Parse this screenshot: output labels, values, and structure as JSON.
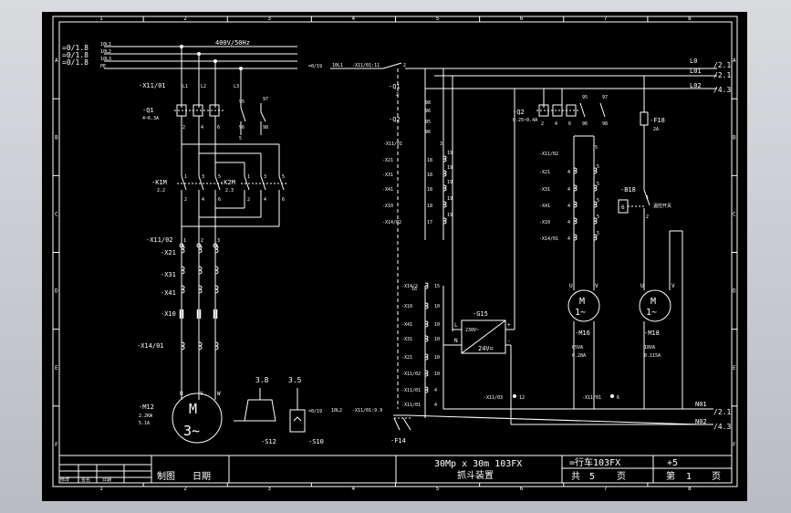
{
  "colors": {
    "background": "#000000",
    "line": "#ffffff",
    "viewport": "#c6c9cf"
  },
  "grid": {
    "columns": [
      "1",
      "2",
      "3",
      "4",
      "5",
      "6",
      "7",
      "8"
    ],
    "rows": [
      "A",
      "B",
      "C",
      "D",
      "E",
      "F"
    ]
  },
  "supply": {
    "refs": [
      "=0/1.8",
      "=0/1.8",
      "=0/1.8"
    ],
    "lines": [
      "10L1",
      "10L2",
      "10L3",
      "PE"
    ],
    "voltage": "400V/50Hz"
  },
  "left": {
    "x11_01": "-X11/01",
    "l_labels": [
      "L1",
      "L2",
      "L3"
    ],
    "q1": "-Q1",
    "q1_rating": "4~6.3A",
    "q1_aux": [
      "95",
      "97",
      "96",
      "98"
    ],
    "q1_terms": [
      "2",
      "4",
      "6"
    ],
    "q1_aux_pin": "5",
    "k1m": "-K1M",
    "k1m_ref": "2.2",
    "k2m": "-K2M",
    "k2m_ref": "2.3",
    "k_terms_top": [
      "1",
      "3",
      "5"
    ],
    "k_terms_bot": [
      "2",
      "4",
      "6"
    ],
    "x11_02": "-X11/02",
    "x_series": [
      "-X21",
      "-X31",
      "-X41",
      "-X10",
      "-X14/01"
    ],
    "term_nums": [
      "1",
      "2",
      "3"
    ],
    "motor_ref": "-M12",
    "motor_power": "2.2KW",
    "motor_current": "5.1A",
    "motor_symbol": "M",
    "motor_phase": "3~",
    "uvw": [
      "U",
      "V",
      "W"
    ],
    "s12": "-S12",
    "s12_ref": "3.8",
    "s10": "-S10",
    "s10_ref": "3.5"
  },
  "control": {
    "ref_top": "=0/19",
    "top_line": "10L1",
    "top_term": "-X11/01:11",
    "top_pin": "2",
    "ref_bottom": "=0/19",
    "bottom_line": "10L2",
    "bottom_term": "-X11/01:9.9",
    "f14": "-F14",
    "q1_label": "-Q1",
    "q1_pins": [
      "2",
      "98"
    ],
    "q2_label": "-Q2",
    "q2_pins": [
      "96",
      "95",
      "96"
    ],
    "x11_01_label": "-X11/01",
    "col_pin": "3",
    "col_terms": [
      "-X21",
      "-X31",
      "-X41",
      "-X10",
      "-X14/02"
    ],
    "col_nums_a": [
      "18",
      "18",
      "18",
      "18",
      "17"
    ],
    "col_nums_b": [
      "19",
      "19",
      "19",
      "19",
      "19"
    ],
    "lower_terms": [
      "-X14/2",
      "-X10",
      "-X41",
      "-X31",
      "-X21",
      "-X11/02",
      "-X11/01",
      "-X11/01"
    ],
    "lower_nums_a": [
      "15",
      "10",
      "10",
      "10",
      "10",
      "10",
      "4",
      "4"
    ],
    "lower_pin": "16",
    "g15": "-G15",
    "g15_in": "230V~",
    "g15_out": "24V=",
    "g15_l": "L",
    "g15_n": "N",
    "g15_plus": "+",
    "g15_minus": "-",
    "x11_03": "-X11/03",
    "x11_03_pin": "12",
    "x11_01_b": "-X11/01",
    "x11_01_b_pin": "6"
  },
  "right": {
    "l0": "L0",
    "l01": "L01",
    "l02": "L02",
    "ref_l01": "/2.1",
    "ref_l0": "/2.1",
    "ref_l02": "/4.3",
    "q2": "-Q2",
    "q2_rating": "0.25~0.4A",
    "q2_aux": [
      "95",
      "97",
      "96",
      "98"
    ],
    "q2_pins": [
      "2",
      "4",
      "6"
    ],
    "f18": "-F18",
    "f18_rating": "2A",
    "m16_terms": [
      "-X11/02",
      "-X21",
      "-X31",
      "-X41",
      "-X10",
      "-X14/01"
    ],
    "m16_nums": [
      "4",
      "4",
      "4",
      "4",
      "4"
    ],
    "m16_nums_b": [
      "5",
      "5",
      "5",
      "5",
      "5"
    ],
    "m16_top_pin": "5",
    "b18": "-B18",
    "b18_pin": "6",
    "b18_pin2": "1",
    "b18_desc": "温控开关",
    "b18_pin3": "2",
    "m16": "-M16",
    "m16_power": "65VA",
    "m16_current": "0.28A",
    "m18": "-M18",
    "m18_power": "18VA",
    "m18_current": "0.115A",
    "motor_symbol": "M",
    "motor_phase": "1~",
    "uv": [
      "U",
      "V"
    ],
    "n01": "N01",
    "n02": "N02",
    "ref_n01": "/2.1",
    "ref_n02": "/4.3"
  },
  "title_block": {
    "project": "30Mp x 30m 103FX",
    "subtitle": "抓斗装置",
    "plant": "=行车103FX",
    "location": "+5",
    "total_label": "共",
    "total_pages": "5",
    "page_unit": "页",
    "sheet_label": "第",
    "sheet_no": "1",
    "sheet_unit": "页",
    "drawn": "制图",
    "date": "日期",
    "rev_cols": [
      "修改",
      "签名",
      "日期"
    ]
  }
}
